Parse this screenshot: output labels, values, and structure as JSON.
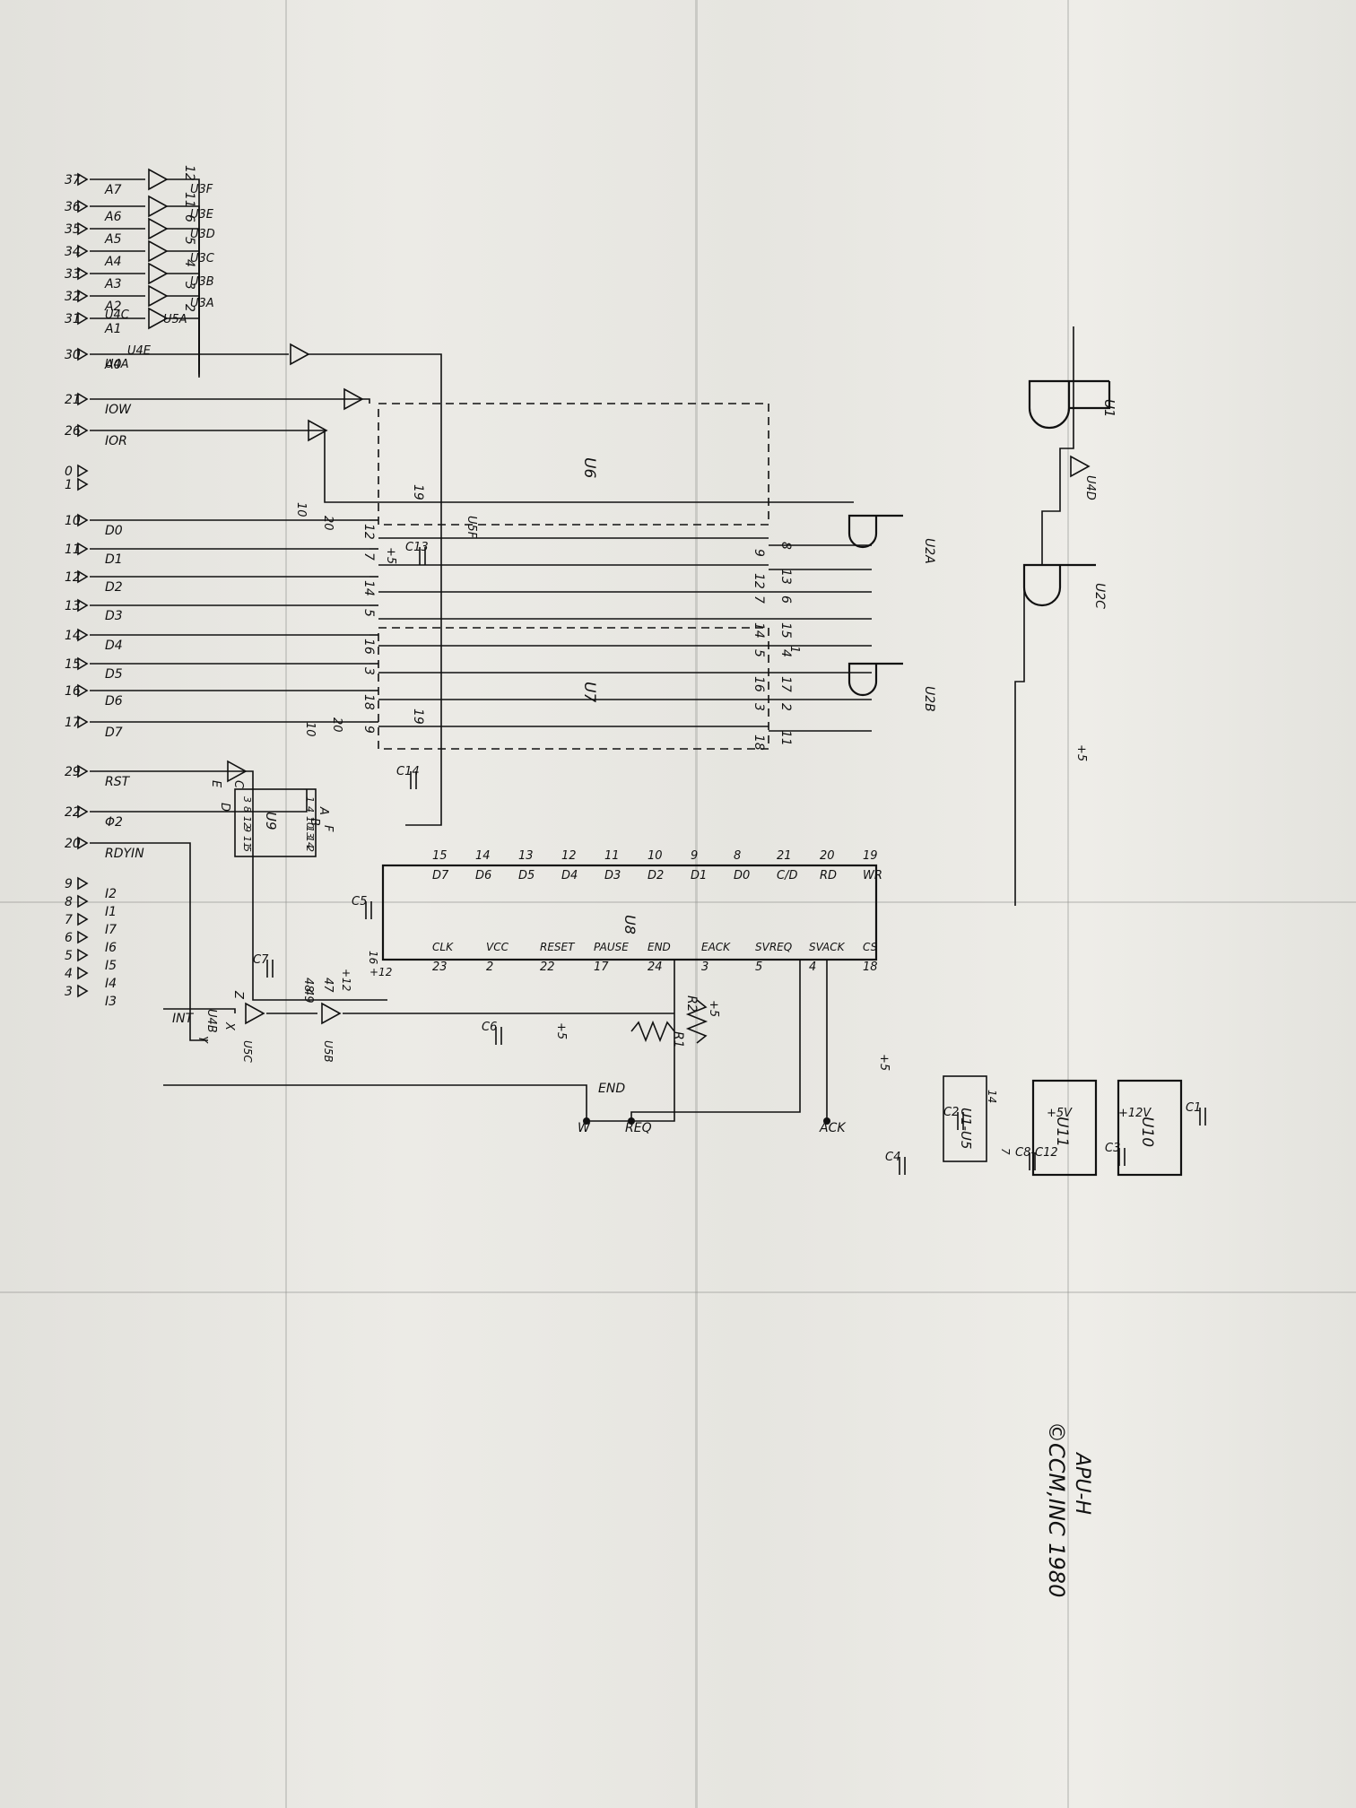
{
  "title_block": {
    "line1": "APU-H",
    "line2": "©CCM,INC 1980"
  },
  "edge_pins": [
    {
      "n": "37",
      "s": "A7"
    },
    {
      "n": "36",
      "s": "A6"
    },
    {
      "n": "35",
      "s": "A5"
    },
    {
      "n": "34",
      "s": "A4"
    },
    {
      "n": "33",
      "s": "A3"
    },
    {
      "n": "32",
      "s": "A2"
    },
    {
      "n": "31",
      "s": "A1"
    },
    {
      "n": "30",
      "s": "A0"
    },
    {
      "n": "21",
      "s": "IOW"
    },
    {
      "n": "26",
      "s": "IOR"
    },
    {
      "n": "0",
      "s": ""
    },
    {
      "n": "1",
      "s": ""
    },
    {
      "n": "10",
      "s": "D0"
    },
    {
      "n": "11",
      "s": "D1"
    },
    {
      "n": "12",
      "s": "D2"
    },
    {
      "n": "13",
      "s": "D3"
    },
    {
      "n": "14",
      "s": "D4"
    },
    {
      "n": "15",
      "s": "D5"
    },
    {
      "n": "16",
      "s": "D6"
    },
    {
      "n": "17",
      "s": "D7"
    },
    {
      "n": "29",
      "s": "RST"
    },
    {
      "n": "22",
      "s": "Φ2"
    },
    {
      "n": "20",
      "s": "RDYIN"
    },
    {
      "n": "9",
      "s": "I2"
    },
    {
      "n": "8",
      "s": "I1"
    },
    {
      "n": "7",
      "s": "I7"
    },
    {
      "n": "6",
      "s": "I6"
    },
    {
      "n": "5",
      "s": "I5"
    },
    {
      "n": "4",
      "s": "I4"
    },
    {
      "n": "3",
      "s": "I3"
    }
  ],
  "buffers": [
    "U3F",
    "U3E",
    "U3D",
    "U3C",
    "U3B",
    "U3A",
    "U5A",
    "U4C",
    "U4E",
    "U4A",
    "U4B",
    "U4D",
    "U5F",
    "U5C",
    "U5B"
  ],
  "gates": [
    "U1",
    "U2A",
    "U2B",
    "U2C"
  ],
  "chips": {
    "u6": "U6",
    "u7": "U7",
    "u8": "U8",
    "u9": "U9",
    "u10": "U10",
    "u11": "U11",
    "u1u5": "U1-U5"
  },
  "u8_pins_left": [
    {
      "n": "19",
      "s": "WR"
    },
    {
      "n": "20",
      "s": "RD"
    },
    {
      "n": "21",
      "s": "C/D"
    },
    {
      "n": "8",
      "s": "D0"
    },
    {
      "n": "9",
      "s": "D1"
    },
    {
      "n": "10",
      "s": "D2"
    },
    {
      "n": "11",
      "s": "D3"
    },
    {
      "n": "12",
      "s": "D4"
    },
    {
      "n": "13",
      "s": "D5"
    },
    {
      "n": "14",
      "s": "D6"
    },
    {
      "n": "15",
      "s": "D7"
    }
  ],
  "u8_pins_right": [
    {
      "n": "18",
      "s": "CS"
    },
    {
      "n": "4",
      "s": "SVACK"
    },
    {
      "n": "5",
      "s": "SVREQ"
    },
    {
      "n": "3",
      "s": "EACK"
    },
    {
      "n": "24",
      "s": "END"
    },
    {
      "n": "17",
      "s": "PAUSE"
    },
    {
      "n": "22",
      "s": "RESET"
    },
    {
      "n": "2",
      "s": "VCC"
    },
    {
      "n": "23",
      "s": "CLK"
    }
  ],
  "u8_top": {
    "n": "16",
    "s": "+12"
  },
  "u6_pins_top": [
    "12",
    "7",
    "14",
    "5",
    "16",
    "3",
    "18",
    "9"
  ],
  "u6_pins_bottom": [
    "8",
    "13",
    "6",
    "15",
    "4",
    "17",
    "2",
    "11"
  ],
  "u7_pins_top": [
    "9",
    "12",
    "7",
    "14",
    "5",
    "16",
    "3",
    "18"
  ],
  "u7_pins_bottom": [
    "11",
    "8",
    "13",
    "6",
    "15",
    "4",
    "17",
    "2"
  ],
  "u6_ctrl": {
    "p19": "19",
    "p10": "10",
    "p20": "20"
  },
  "u7_ctrl": {
    "p1": "1",
    "p19": "19",
    "p10": "10",
    "p20": "20"
  },
  "u1_inputs": [
    "12",
    "11",
    "6",
    "5",
    "4",
    "3",
    "2"
  ],
  "u9_pins": [
    "1",
    "4",
    "10",
    "13",
    "14",
    "2",
    "3",
    "8",
    "12",
    "9",
    "11",
    "5"
  ],
  "u9_letters": [
    "E",
    "C",
    "D",
    "A",
    "B",
    "F"
  ],
  "caps": [
    "C1",
    "C2",
    "C3",
    "C4",
    "C5",
    "C6",
    "C7",
    "C8-C12",
    "C13",
    "C14"
  ],
  "resistors": [
    "R1",
    "R2"
  ],
  "power": {
    "p5": "+5",
    "p5v": "+5V",
    "p12v": "+12V",
    "p12": "+12",
    "p47": "47",
    "p48": "48",
    "p49": "49",
    "p14": "14",
    "p7": "7"
  },
  "outputs": {
    "ack": "ACK",
    "req": "REQ",
    "end": "END",
    "w": "W"
  },
  "int_labels": {
    "int": "INT",
    "y": "Y",
    "x": "X",
    "z": "Z"
  }
}
